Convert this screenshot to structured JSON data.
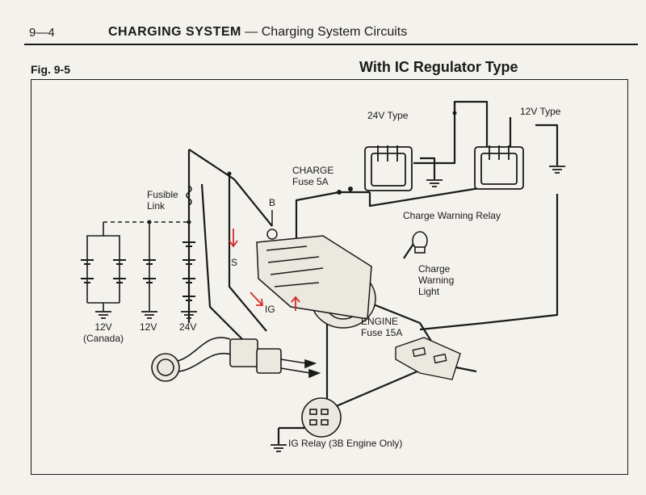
{
  "header": {
    "page_number": "9—4",
    "section": "CHARGING SYSTEM",
    "subtitle": "— Charging System Circuits"
  },
  "figure": {
    "label": "Fig. 9-5",
    "title": "With IC Regulator Type"
  },
  "labels": {
    "type_24v": "24V Type",
    "type_12v": "12V Type",
    "charge_fuse_line1": "CHARGE",
    "charge_fuse_line2": "Fuse 5A",
    "fusible_link_line1": "Fusible",
    "fusible_link_line2": "Link",
    "terminal_b": "B",
    "terminal_s": "S",
    "terminal_ig": "IG",
    "charge_warning_relay": "Charge Warning Relay",
    "charge_warning_light_line1": "Charge",
    "charge_warning_light_line2": "Warning",
    "charge_warning_light_line3": "Light",
    "engine_fuse_line1": "ENGINE",
    "engine_fuse_line2": "Fuse 15A",
    "ig_relay": "IG Relay (3B Engine Only)",
    "battery_12v_canada": "12V",
    "canada": "(Canada)",
    "battery_12v": "12V",
    "battery_24v": "24V"
  },
  "colors": {
    "ink": "#1a1a1a",
    "paper": "#f4f2ec",
    "annotation": "#d42a2a"
  }
}
